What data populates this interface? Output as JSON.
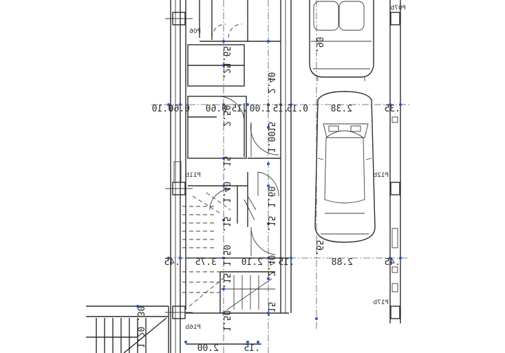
{
  "colors": {
    "line": "#2b2b2b",
    "marker": "#1c57c7",
    "background": "#ffffff"
  },
  "labels": {
    "p06": "P06",
    "p07b": "P07b",
    "p11b": "P11b",
    "p12b": "P12b",
    "p16b": "P16b",
    "p17b": "P17b"
  },
  "dims": {
    "d_010": "0.10",
    "d_060a": "0.60",
    "d_060b": "0.60",
    "d_015a": ".15",
    "d_100": "1.00",
    "d_015b": ".15",
    "d_015c": "0.15",
    "d_238": "2.38",
    "d_035": ".35",
    "d_165": "1.65",
    "d_025": ".25",
    "d_240a": "2.40",
    "d_250": "2.50",
    "d_100v": "1.00",
    "d_15a": ".15",
    "d_15b": ".15",
    "d_160": "1.60",
    "d_15c": ".15",
    "d_140": "1.40",
    "d_15d": ".15",
    "d_150a": "1.50",
    "d_45a": ".45",
    "d_375": "3.75",
    "d_210": "2.10",
    "d_15e": ".15",
    "d_288": "2.88",
    "d_45b": ".45",
    "d_240b": "2.40",
    "d_15f": ".15",
    "d_15g": ".15",
    "d_150b": "1.50",
    "d_30": ".30",
    "d_120": "1.20",
    "d_200": "2.00",
    "d_15h": ".15",
    "d_65": ".65",
    "d_90": ".90"
  }
}
